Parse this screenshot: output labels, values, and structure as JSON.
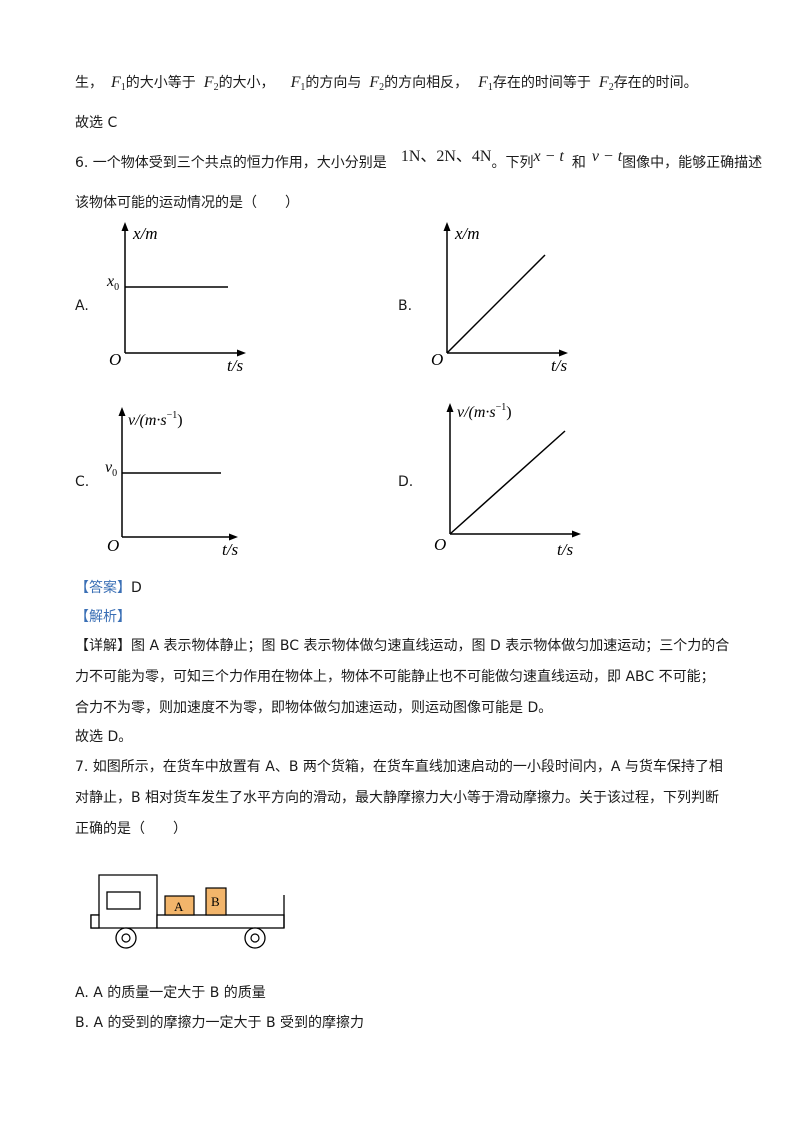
{
  "prev_answer": {
    "line1": {
      "p1": "生，",
      "F1": "F",
      "F1_sub": "1",
      "p2": "的大小等于",
      "F2": "F",
      "F2_sub": "2",
      "p3": "的大小，",
      "p4": "的方向与",
      "p5": "的方向相反，",
      "p6": "存在的时间等于",
      "p7": "存在的时间。"
    },
    "choice": "故选 C"
  },
  "q6": {
    "stem_a": "6. 一个物体受到三个共点的恒力作用，大小分别是",
    "forces": "1N、2N、4N",
    "stem_b": "。下列",
    "xt": "x − t",
    "and": "和",
    "vt": "v − t",
    "stem_c": "图像中，能够正确描述",
    "stem_line2": "该物体可能的运动情况的是（　　）",
    "options": {
      "A": {
        "label": "A.",
        "y_axis": "x/m",
        "x_axis": "t/s",
        "origin": "O",
        "level": "x",
        "level_sub": "0"
      },
      "B": {
        "label": "B.",
        "y_axis": "x/m",
        "x_axis": "t/s",
        "origin": "O"
      },
      "C": {
        "label": "C.",
        "y_axis": "v/(m·s",
        "y_axis_exp": "−1",
        "y_axis_close": ")",
        "x_axis": "t/s",
        "origin": "O",
        "level": "v",
        "level_sub": "0"
      },
      "D": {
        "label": "D.",
        "y_axis": "v/(m·s",
        "y_axis_exp": "−1",
        "y_axis_close": ")",
        "x_axis": "t/s",
        "origin": "O"
      }
    },
    "answer_tag": "【答案】",
    "answer": "D",
    "analysis_tag": "【解析】",
    "detail_tag": "【详解】",
    "detail_l1": "图 A 表示物体静止；图 BC 表示物体做匀速直线运动，图 D 表示物体做匀加速运动；三个力的合",
    "detail_l2": "力不可能为零，可知三个力作用在物体上，物体不可能静止也不可能做匀速直线运动，即 ABC 不可能；",
    "detail_l3": "合力不为零，则加速度不为零，即物体做匀加速运动，则运动图像可能是 D。",
    "choice": "故选 D。"
  },
  "q7": {
    "stem_l1": "7. 如图所示，在货车中放置有 A、B 两个货箱，在货车直线加速启动的一小段时间内，A 与货车保持了相",
    "stem_l2": "对静止，B 相对货车发生了水平方向的滑动，最大静摩擦力大小等于滑动摩擦力。关于该过程，下列判断",
    "stem_l3": "正确的是（　　）",
    "box_a": "A",
    "box_b": "B",
    "option_a": "A.  A 的质量一定大于 B 的质量",
    "option_b": "B.  A 的受到的摩擦力一定大于 B 受到的摩擦力"
  },
  "colors": {
    "bracket_blue": "#3a6fb5",
    "box_fill": "#f2b56b",
    "ink": "#1a1a1a"
  }
}
